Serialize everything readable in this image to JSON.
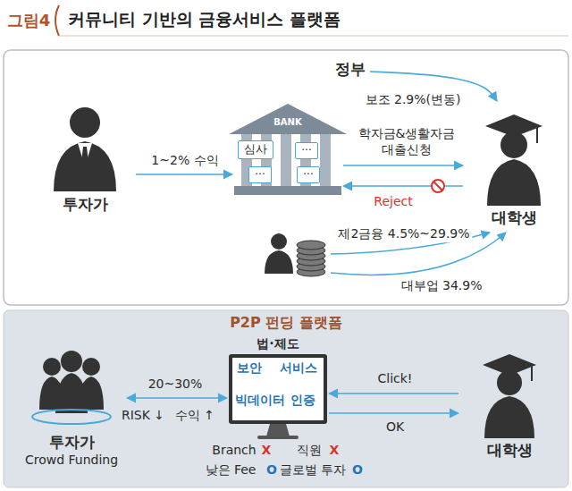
{
  "diagram": {
    "title": "커뮤니티 기반의 금융서비스 플랫폼",
    "nodes": [
      {
        "text": [
          "투자가"
        ]
      },
      {
        "text": [
          "BANK"
        ]
      },
      {
        "text": [
          "심사"
        ],
        "in": 1
      },
      {
        "text": [
          "···"
        ],
        "in": 1
      },
      {
        "text": [
          "···"
        ],
        "in": 1
      },
      {
        "text": [
          "···"
        ],
        "in": 1
      },
      {
        "text": [
          "정부"
        ]
      },
      {
        "text": [
          "대학생"
        ]
      },
      {
        "text": [
          "P2P 펀딩 플랫폼"
        ]
      },
      {
        "text": [
          "투자가",
          "Crowd Funding"
        ],
        "in": 8
      },
      {
        "text": [
          "법·제도"
        ],
        "in": 8
      },
      {
        "text": [
          "보안"
        ],
        "in": 10
      },
      {
        "text": [
          "서비스"
        ],
        "in": 10
      },
      {
        "text": [
          "빅데이터"
        ],
        "in": 10
      },
      {
        "text": [
          "인증"
        ],
        "in": 10
      },
      {
        "text": [
          "대학생"
        ],
        "in": 8
      }
    ],
    "edges": [
      {
        "from": 0,
        "to": 1,
        "label": "1~2% 수익",
        "arrow": "to"
      },
      {
        "from": 6,
        "to": 7,
        "label": "보조 2.9%(변동)",
        "arrow": "to"
      },
      {
        "from": 1,
        "to": 7,
        "label": "학자금&생활자금 대출신청",
        "arrow": "to"
      },
      {
        "from": 7,
        "to": 1,
        "label": "Reject",
        "arrow": "to"
      },
      {
        "from": 9,
        "to": 10,
        "label": "20~30%",
        "arrow": "both"
      },
      {
        "from": 15,
        "to": 10,
        "label": "Click!",
        "arrow": "to"
      },
      {
        "from": 10,
        "to": 15,
        "label": "OK",
        "arrow": "to"
      }
    ],
    "labels": [
      "그림4",
      "제2금융 4.5%~29.9%",
      "대부업 34.9%",
      "RISK ↓",
      "수익 ↑",
      "Branch",
      "X",
      "직원",
      "X",
      "낮은 Fee",
      "O",
      "글로벌 투자",
      "O"
    ]
  }
}
